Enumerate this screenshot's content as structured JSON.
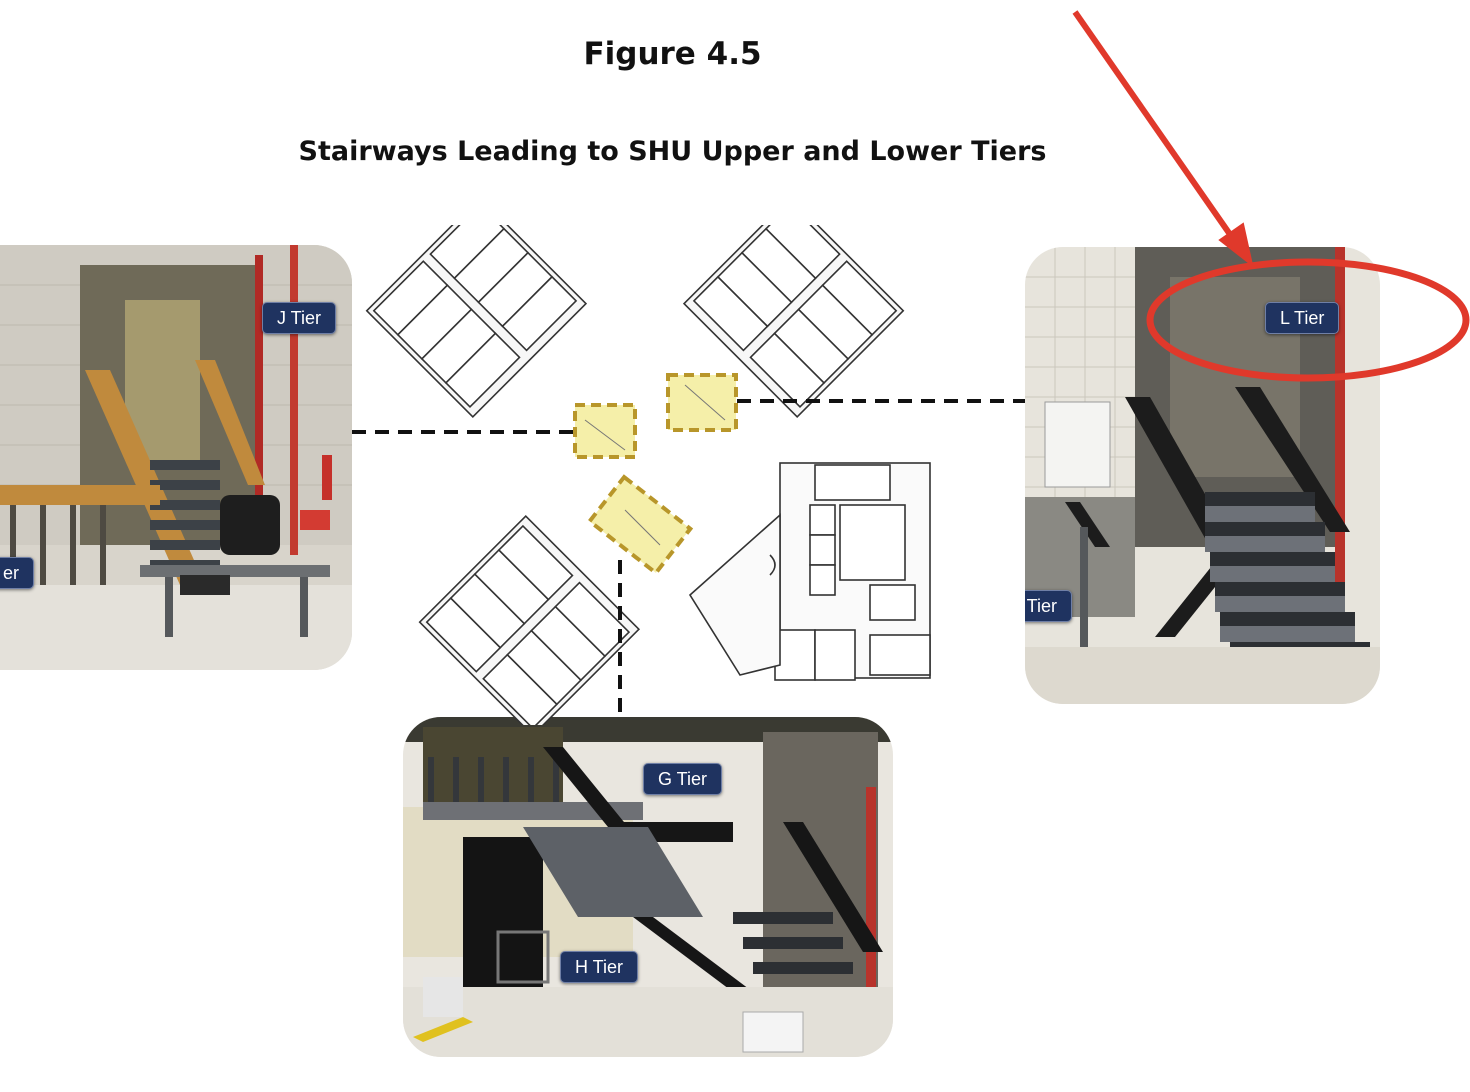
{
  "figure": {
    "title": "Figure 4.5",
    "subtitle": "Stairways Leading to SHU Upper and Lower Tiers"
  },
  "labels": {
    "j_tier": "J Tier",
    "k_tier_partial": "er",
    "l_tier": "L Tier",
    "m_tier": "M Tier",
    "g_tier": "G Tier",
    "h_tier": "H Tier"
  },
  "colors": {
    "label_bg": "#1f3360",
    "stair_highlight": "#f3ec9a",
    "stair_border": "#b8962a",
    "annotation_red": "#e0392b",
    "leader_line": "#111111"
  },
  "icons": {
    "arrow": "red-arrow-icon",
    "circle": "red-circle-icon"
  }
}
